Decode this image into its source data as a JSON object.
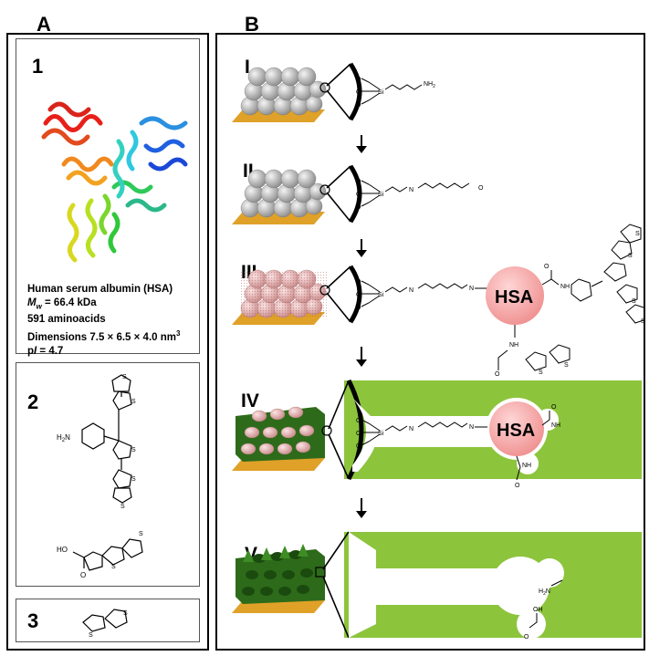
{
  "panel_a": {
    "letter": "A",
    "items": [
      {
        "num": "1"
      },
      {
        "num": "2"
      },
      {
        "num": "3"
      }
    ],
    "hsa_props": {
      "name": "Human serum albumin (HSA)",
      "mw_symbol": "M",
      "mw_sub": "w",
      "mw_value": " = 66.4 kDa",
      "aminoacids": "591 aminoacids",
      "dimensions": "Dimensions 7.5 × 6.5 × 4.0 nm",
      "dimensions_sup": "3",
      "pi_prefix": "p",
      "pi_symbol": "I",
      "pi_value": " = 4.7"
    }
  },
  "panel_b": {
    "letter": "B",
    "steps": [
      {
        "label": "I"
      },
      {
        "label": "II"
      },
      {
        "label": "III"
      },
      {
        "label": "IV"
      },
      {
        "label": "V"
      }
    ],
    "hsa_label": "HSA",
    "chem": {
      "si": "Si",
      "o": "O",
      "nh2": "NH",
      "nh2_sub": "2",
      "n": "N",
      "nh": "NH",
      "h2n": "H",
      "oh": "OH",
      "ho": "HO",
      "s": "S"
    }
  },
  "colors": {
    "gold": "#e8b030",
    "green": "#8cc43c",
    "hsa": "#f4a4a4",
    "sphere_gray": "#b9b9b9",
    "sphere_pink": "#e9b3b3",
    "dark_green": "#2d6b1a"
  }
}
